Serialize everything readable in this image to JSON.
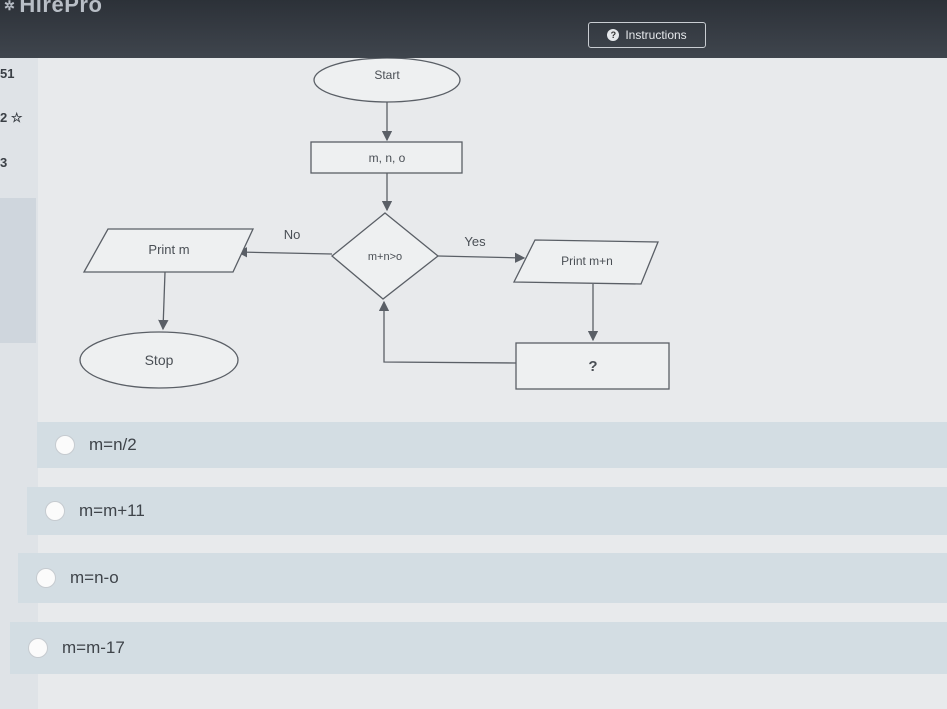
{
  "header": {
    "brand": "HirePro",
    "instructions_label": "Instructions"
  },
  "sidebar": {
    "items": [
      "51",
      "2 ☆",
      "3"
    ]
  },
  "flowchart": {
    "start": "Start",
    "input": "m, n, o",
    "decision": "m+n>o",
    "no_label": "No",
    "yes_label": "Yes",
    "print_m": "Print m",
    "print_mn": "Print m+n",
    "stop": "Stop",
    "unknown": "?"
  },
  "options": [
    {
      "label": "m=n/2"
    },
    {
      "label": "m=m+11"
    },
    {
      "label": "m=n-o"
    },
    {
      "label": "m=m-17"
    }
  ]
}
